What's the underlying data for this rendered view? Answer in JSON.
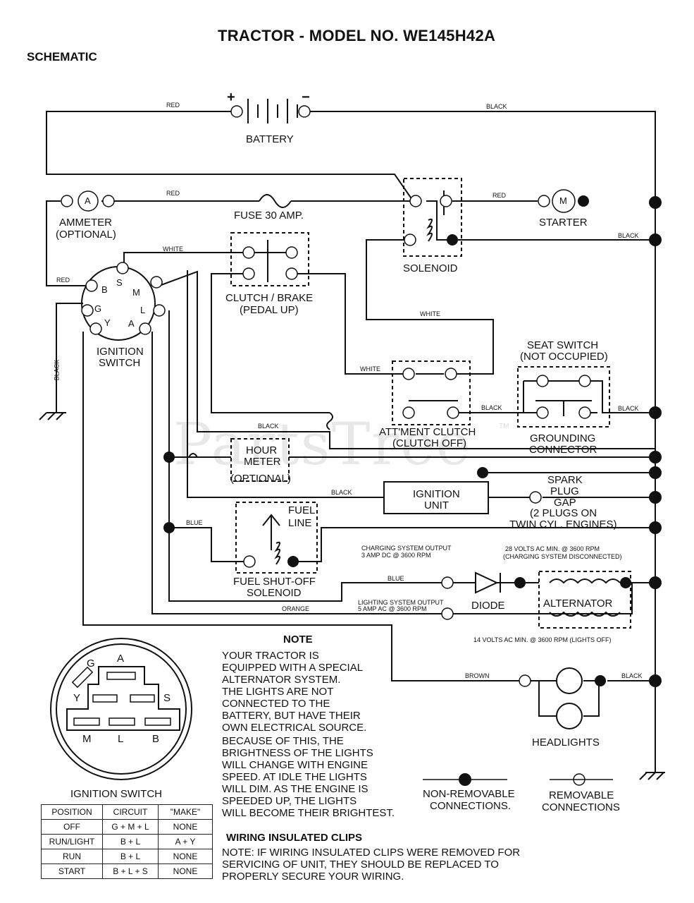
{
  "title": "TRACTOR - MODEL NO. WE145H42A",
  "section_label": "SCHEMATIC",
  "watermark": "PartsTree",
  "watermark_tm": "TM",
  "components": {
    "battery": "BATTERY",
    "battery_plus": "+",
    "battery_minus": "−",
    "ammeter_symbol": "A",
    "ammeter": [
      "AMMETER",
      "(OPTIONAL)"
    ],
    "fuse": "FUSE 30 AMP.",
    "solenoid": "SOLENOID",
    "starter_symbol": "M",
    "starter": "STARTER",
    "ignition_switch": [
      "IGNITION",
      "SWITCH"
    ],
    "ignition_terminals": [
      "B",
      "S",
      "M",
      "G",
      "L",
      "Y",
      "A"
    ],
    "clutch_brake": [
      "CLUTCH / BRAKE",
      "(PEDAL UP)"
    ],
    "seat_switch": [
      "SEAT SWITCH",
      "(NOT OCCUPIED)"
    ],
    "grounding_connector": [
      "GROUNDING",
      "CONNECTOR"
    ],
    "attment_clutch": [
      "ATT'MENT CLUTCH",
      "(CLUTCH OFF)"
    ],
    "hour_meter": [
      "HOUR",
      "METER",
      "(OPTIONAL)"
    ],
    "ignition_unit": [
      "IGNITION",
      "UNIT"
    ],
    "spark_plug": [
      "SPARK",
      "PLUG",
      "GAP",
      "(2 PLUGS ON",
      "TWIN CYL. ENGINES)"
    ],
    "fuel_line": [
      "FUEL",
      "LINE"
    ],
    "fuel_solenoid": [
      "FUEL SHUT-OFF",
      "SOLENOID"
    ],
    "diode": "DIODE",
    "alternator": "ALTERNATOR",
    "headlights": "HEADLIGHTS"
  },
  "wire_labels": {
    "red_top": "RED",
    "black_top": "BLACK",
    "red_fuse": "RED",
    "red_starter": "RED",
    "black_solenoid": "BLACK",
    "white_top": "WHITE",
    "red_left": "RED",
    "white_mid": "WHITE",
    "white_att": "WHITE",
    "black_left": "BLACK",
    "black_att": "BLACK",
    "black_seat": "BLACK",
    "black_mid": "BLACK",
    "black_ign": "BLACK",
    "blue_fuel": "BLUE",
    "blue_diode": "BLUE",
    "orange": "ORANGE",
    "brown": "BROWN",
    "black_head": "BLACK"
  },
  "annotations": {
    "charging_output": [
      "CHARGING SYSTEM OUTPUT",
      "3 AMP DC @ 3600 RPM"
    ],
    "lighting_output": [
      "LIGHTING SYSTEM OUTPUT",
      "5 AMP AC @ 3600 RPM"
    ],
    "ac_28v": [
      "28 VOLTS AC MIN. @ 3600 RPM",
      "(CHARGING SYSTEM DISCONNECTED)"
    ],
    "ac_14v": "14 VOLTS AC MIN. @ 3600 RPM (LIGHTS OFF)"
  },
  "note": {
    "heading": "NOTE",
    "lines": [
      "YOUR TRACTOR IS",
      "EQUIPPED WITH A SPECIAL",
      "ALTERNATOR SYSTEM.",
      "THE LIGHTS ARE NOT",
      "CONNECTED TO THE",
      "BATTERY, BUT HAVE THEIR",
      "OWN ELECTRICAL SOURCE.",
      "BECAUSE OF THIS, THE",
      "BRIGHTNESS OF THE LIGHTS",
      "WILL CHANGE WITH ENGINE",
      "SPEED.  AT IDLE THE LIGHTS",
      "WILL DIM.  AS THE ENGINE IS",
      "SPEEDED UP, THE LIGHTS",
      "WILL BECOME THEIR BRIGHTEST."
    ]
  },
  "legend": {
    "non_removable": [
      "NON-REMOVABLE",
      "CONNECTIONS."
    ],
    "removable": [
      "REMOVABLE",
      "CONNECTIONS"
    ]
  },
  "ignition_table": {
    "heading": "IGNITION SWITCH",
    "headers": [
      "POSITION",
      "CIRCUIT",
      "\"MAKE\""
    ],
    "rows": [
      [
        "OFF",
        "G + M + L",
        "NONE"
      ],
      [
        "RUN/LIGHT",
        "B + L",
        "A + Y"
      ],
      [
        "RUN",
        "B + L",
        "NONE"
      ],
      [
        "START",
        "B + L + S",
        "NONE"
      ]
    ]
  },
  "switch_face_letters": [
    "G",
    "A",
    "Y",
    "S",
    "M",
    "L",
    "B"
  ],
  "wiring_clips": {
    "heading": "WIRING INSULATED CLIPS",
    "lines": [
      "NOTE: IF WIRING INSULATED CLIPS WERE REMOVED FOR",
      "SERVICING OF UNIT, THEY SHOULD BE REPLACED TO",
      "PROPERLY SECURE YOUR WIRING."
    ]
  }
}
